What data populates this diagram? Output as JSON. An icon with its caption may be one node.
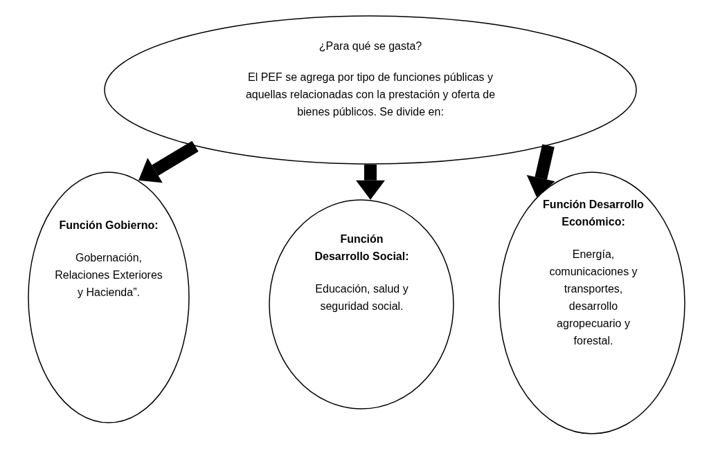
{
  "diagram": {
    "nodes": [
      {
        "text": [
          "¿Para qué se gasta?",
          "El PEF se agrega por tipo de funciones públicas y aquellas relacionadas con la prestación y oferta de bienes públicos. Se divide en:"
        ]
      },
      {
        "text": [
          "Función Gobierno:",
          "Gobernación, Relaciones Exteriores y Hacienda”."
        ]
      },
      {
        "text": [
          "Función Desarrollo Social:",
          "Educación, salud y seguridad social."
        ]
      },
      {
        "text": [
          "Función Desarrollo Económico:",
          "Energía, comunicaciones y transportes, desarrollo agropecuario y forestal."
        ]
      }
    ],
    "edges": [
      {
        "from": 0,
        "to": 1,
        "arrow": "to"
      },
      {
        "from": 0,
        "to": 2,
        "arrow": "to"
      },
      {
        "from": 0,
        "to": 3,
        "arrow": "to"
      }
    ]
  }
}
